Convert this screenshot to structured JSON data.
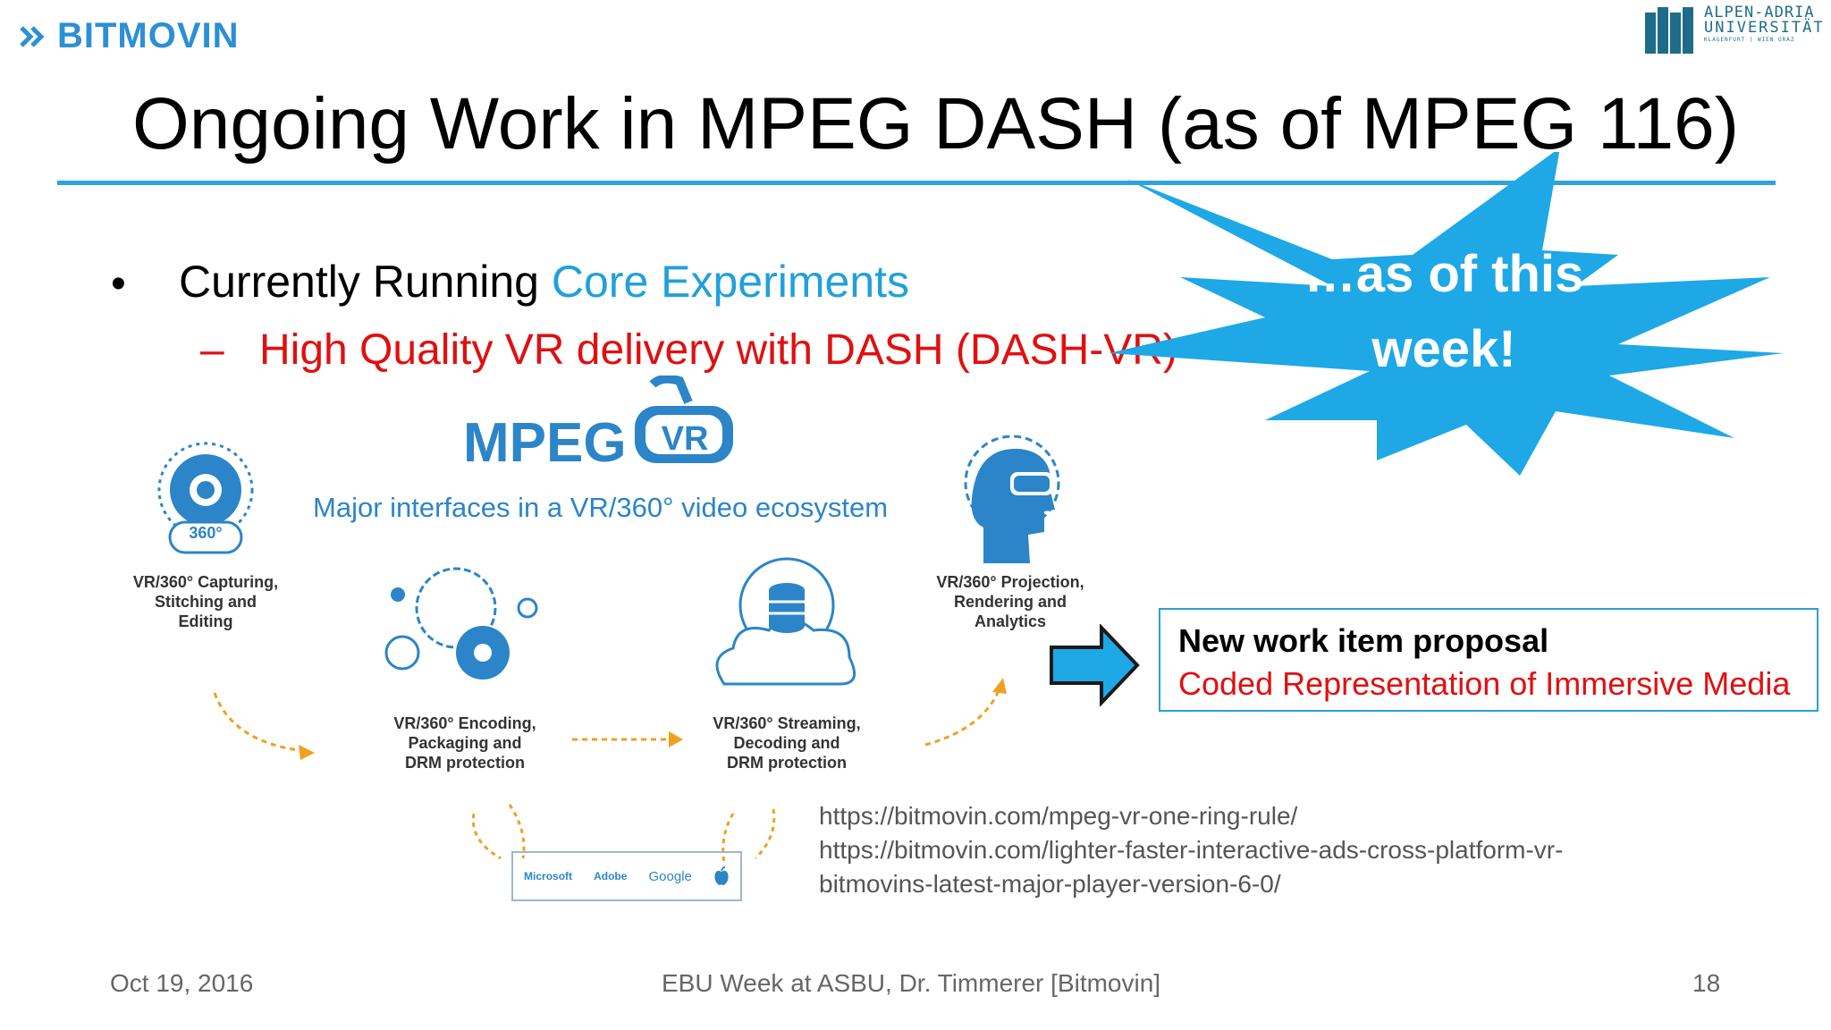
{
  "header": {
    "brand": "BITMOVIN",
    "university": {
      "line1": "ALPEN-ADRIA",
      "line2": "UNIVERSITÄT",
      "line3": "KLAGENFURT | WIEN GRAZ"
    }
  },
  "slide": {
    "title": "Ongoing Work in MPEG DASH (as of MPEG 116)",
    "bullet": {
      "prefix": "Currently Running ",
      "highlight": "Core Experiments"
    },
    "sub_bullet": "High Quality VR delivery with DASH (DASH-VR)",
    "starburst": {
      "line1": "…as of this",
      "line2": "week!"
    },
    "diagram": {
      "mpeg": "MPEG",
      "vr": "VR",
      "subtitle": "Major interfaces in a VR/360° video ecosystem",
      "badge": "360°",
      "stage1": [
        "VR/360° Capturing,",
        "Stitching and",
        "Editing"
      ],
      "stage2": [
        "VR/360° Encoding,",
        "Packaging and",
        "DRM protection"
      ],
      "stage3": [
        "VR/360° Streaming,",
        "Decoding and",
        "DRM protection"
      ],
      "stage4": [
        "VR/360° Projection,",
        "Rendering and",
        "Analytics"
      ],
      "vendors": [
        "Microsoft",
        "Adobe",
        "Google"
      ]
    },
    "proposal": {
      "line1": "New work item proposal",
      "line2": "Coded Representation of Immersive Media"
    },
    "links": [
      "https://bitmovin.com/mpeg-vr-one-ring-rule/",
      "https://bitmovin.com/lighter-faster-interactive-ads-cross-platform-vr-",
      "bitmovins-latest-major-player-version-6-0/"
    ]
  },
  "footer": {
    "date": "Oct 19, 2016",
    "center": "EBU Week at ASBU, Dr. Timmerer [Bitmovin]",
    "page": "18"
  },
  "colors": {
    "accent": "#21a0db",
    "red": "#e01010",
    "orange": "#f0a020"
  }
}
